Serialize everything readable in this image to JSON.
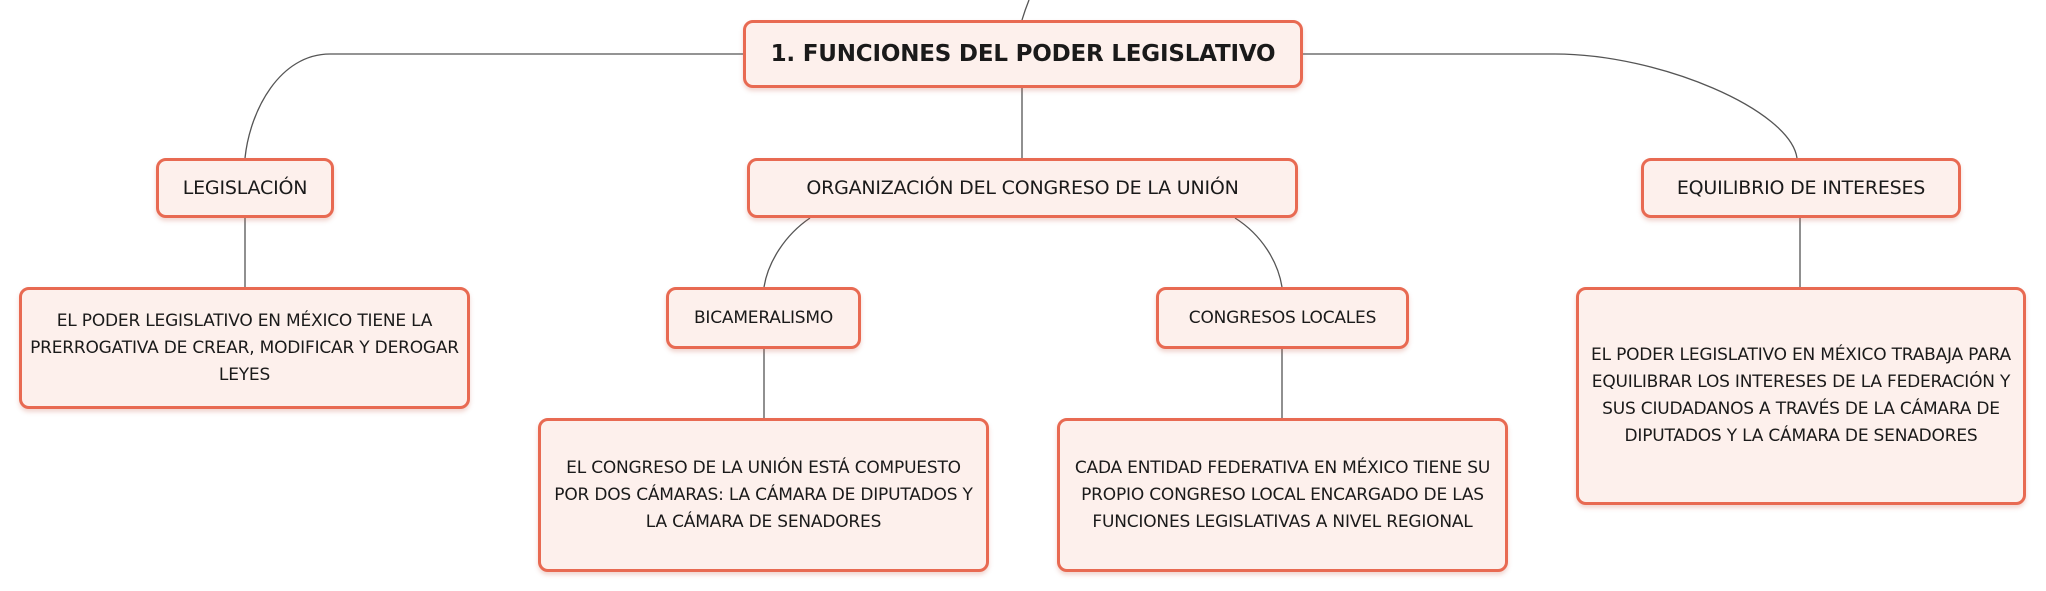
{
  "diagram": {
    "type": "mind-map",
    "colors": {
      "node_border": "#e86a52",
      "node_fill": "#fdf0ec",
      "connector": "#555555",
      "text": "#1a1a1a"
    },
    "root": {
      "label": "1. FUNCIONES DEL PODER LEGISLATIVO"
    },
    "branches": {
      "legislacion": {
        "label": "LEGISLACIÓN",
        "description": "EL PODER LEGISLATIVO EN MÉXICO TIENE LA PRERROGATIVA DE CREAR, MODIFICAR Y DEROGAR LEYES"
      },
      "organizacion": {
        "label": "ORGANIZACIÓN DEL CONGRESO DE LA UNIÓN",
        "bicameralismo": {
          "label": "BICAMERALISMO",
          "description": "EL CONGRESO DE LA UNIÓN ESTÁ COMPUESTO POR DOS CÁMARAS: LA CÁMARA DE DIPUTADOS Y LA CÁMARA DE SENADORES"
        },
        "congresos_locales": {
          "label": "CONGRESOS LOCALES",
          "description": "CADA ENTIDAD FEDERATIVA EN MÉXICO TIENE SU PROPIO CONGRESO LOCAL ENCARGADO DE LAS FUNCIONES LEGISLATIVAS A NIVEL REGIONAL"
        }
      },
      "equilibrio": {
        "label": "EQUILIBRIO DE INTERESES",
        "description": "EL PODER LEGISLATIVO EN MÉXICO TRABAJA PARA EQUILIBRAR LOS INTERESES DE LA FEDERACIÓN Y SUS CIUDADANOS A TRAVÉS DE LA CÁMARA DE DIPUTADOS Y LA CÁMARA DE SENADORES"
      }
    }
  }
}
